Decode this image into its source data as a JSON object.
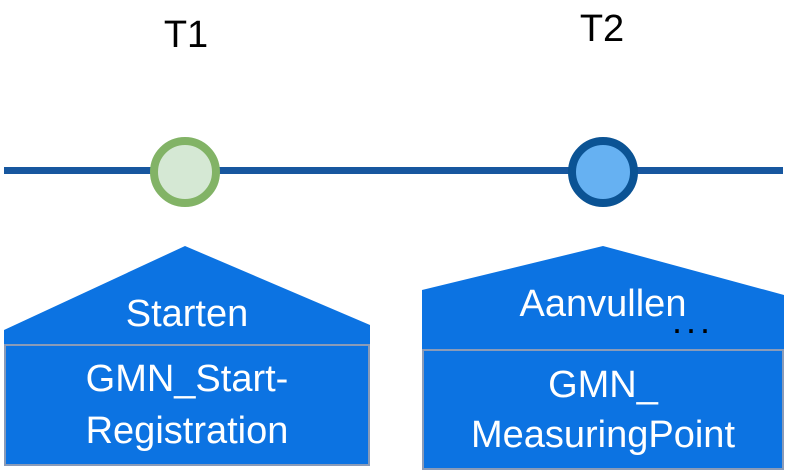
{
  "timeline": {
    "line_color": "#17579f",
    "milestones": [
      {
        "label": "T1",
        "ring_color": "#82b366",
        "fill_color": "#d5e8d4"
      },
      {
        "label": "T2",
        "ring_color": "#0b5394",
        "fill_color": "#66b1f2"
      }
    ]
  },
  "callouts": [
    {
      "action": "Starten",
      "box_line1": "GMN_Start-",
      "box_line2": "Registration"
    },
    {
      "action": "Aanvullen",
      "ellipsis": "...",
      "box_line1": "GMN_",
      "box_line2": "MeasuringPoint"
    }
  ],
  "colors": {
    "shape_fill": "#0c73e2",
    "box_border": "#8a9bb8",
    "label_text": "#ffffff",
    "annotation_text": "#000000"
  }
}
